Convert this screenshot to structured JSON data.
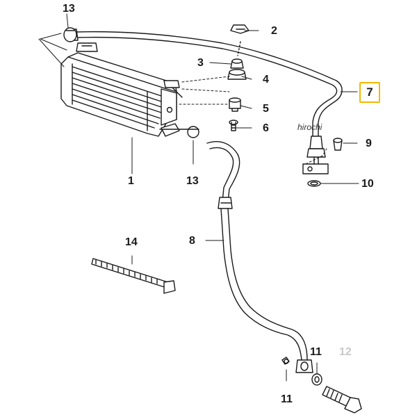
{
  "callouts": {
    "p1": "1",
    "p2": "2",
    "p3": "3",
    "p4": "4",
    "p5": "5",
    "p6": "6",
    "p7": "7",
    "p8": "8",
    "p9": "9",
    "p10": "10",
    "p11a": "11",
    "p11b": "11",
    "p12": "12",
    "p13a": "13",
    "p13b": "13",
    "p14": "14"
  },
  "watermark": "hirochi",
  "colors": {
    "line": "#1a1a1a",
    "highlight_border": "#f2b800",
    "muted_label": "#c8c8c8"
  }
}
